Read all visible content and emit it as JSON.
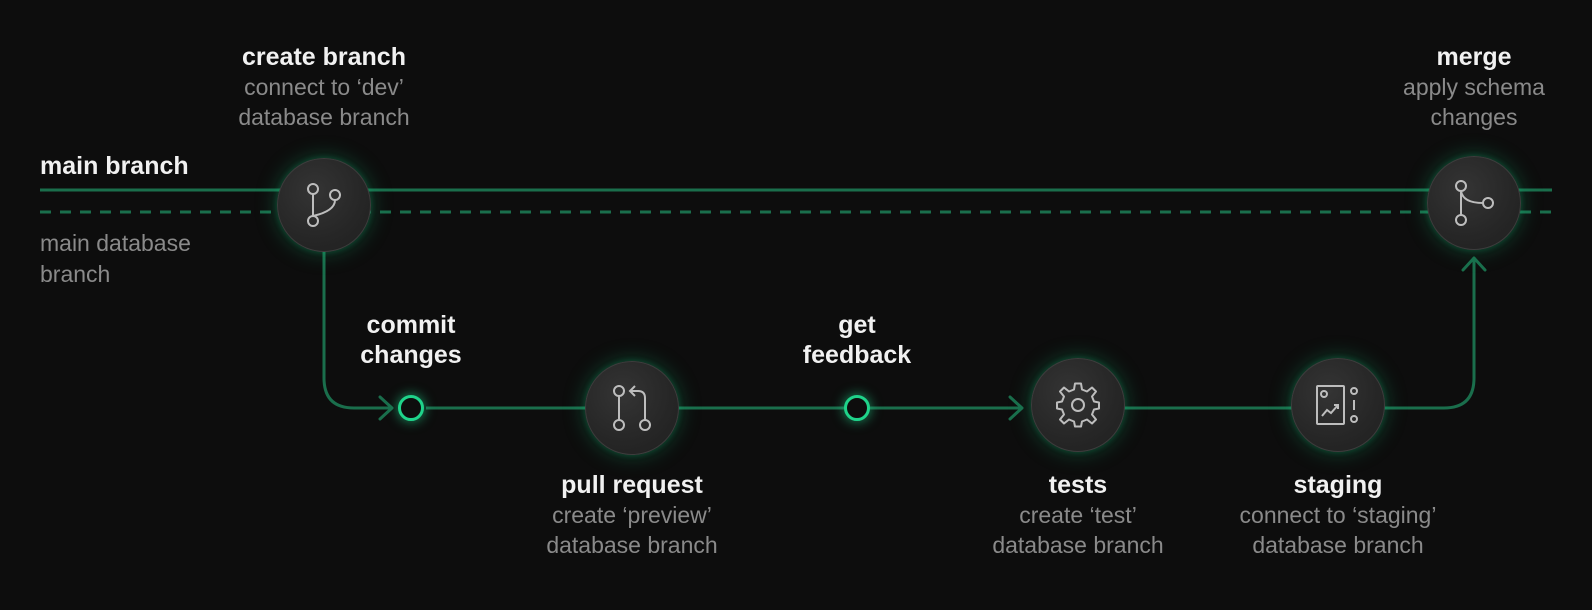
{
  "lines": {
    "main_branch_label": "main branch",
    "main_database_branch_label": [
      "main database",
      "branch"
    ]
  },
  "steps": {
    "create_branch": {
      "title": "create branch",
      "subtitle": [
        "connect to ‘dev’",
        "database branch"
      ],
      "icon": "git-branch-icon"
    },
    "commit_changes": {
      "title": [
        "commit",
        "changes"
      ]
    },
    "pull_request": {
      "title": "pull request",
      "subtitle": [
        "create ‘preview’",
        "database branch"
      ],
      "icon": "pull-request-icon"
    },
    "get_feedback": {
      "title": [
        "get",
        "feedback"
      ]
    },
    "tests": {
      "title": "tests",
      "subtitle": [
        "create ‘test’",
        "database branch"
      ],
      "icon": "gear-icon"
    },
    "staging": {
      "title": "staging",
      "subtitle": [
        "connect to ‘staging’",
        "database branch"
      ],
      "icon": "staging-dashboard-icon"
    },
    "merge": {
      "title": "merge",
      "subtitle": [
        "apply schema",
        "changes"
      ],
      "icon": "git-merge-icon"
    }
  },
  "colors": {
    "background": "#0d0d0d",
    "line": "#1a6e4c",
    "accent": "#1fd38a",
    "title_text": "#f1f1f1",
    "subtitle_text": "#8a8a8a"
  }
}
